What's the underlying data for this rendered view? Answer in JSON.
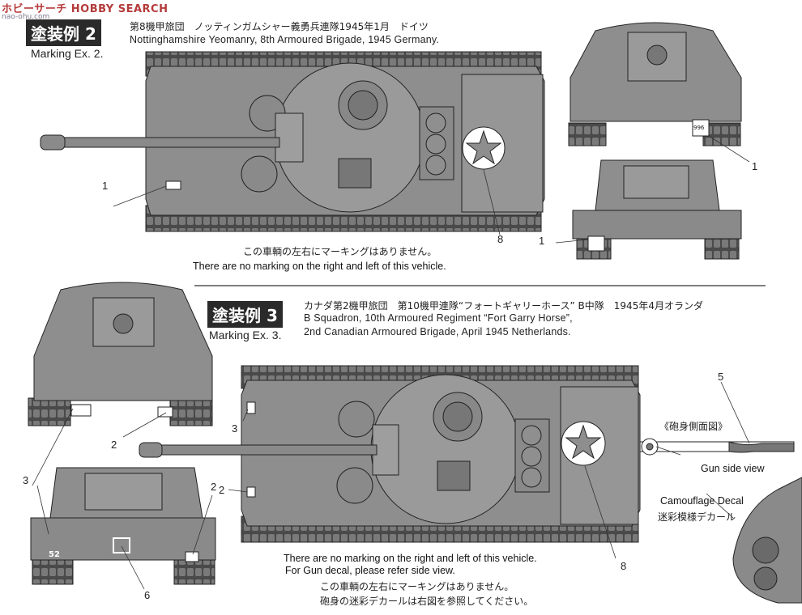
{
  "watermark": {
    "logo": "ホビーサーチ HOBBY SEARCH",
    "site": "nao-ohu.com"
  },
  "ex2": {
    "badge": "塗装例 2",
    "marking": "Marking Ex. 2.",
    "jp_title": "第8機甲旅団　ノッティンガムシャー義勇兵連隊1945年1月　ドイツ",
    "en_title": "Nottinghamshire Yeomanry, 8th Armoured Brigade, 1945 Germany.",
    "note_jp": "この車輌の左右にマーキングはありません。",
    "note_en": "There are no marking on the right and left of this vehicle.",
    "callouts": {
      "left": "1",
      "front_right": "1",
      "rear_right": "1",
      "star": "8"
    },
    "plate_number": "996"
  },
  "ex3": {
    "badge": "塗装例 3",
    "marking": "Marking Ex. 3.",
    "jp_title": "カナダ第2機甲旅団　第10機甲連隊“フォートギャリーホース” B中隊　1945年4月オランダ",
    "en_line1": "B Squadron, 10th Armoured Regiment “Fort Garry Horse”,",
    "en_line2": "2nd Canadian Armoured Brigade,  April 1945 Netherlands.",
    "note_en1": "There are no marking on the right and left of this vehicle.",
    "note_en2": "For Gun decal, please refer side view.",
    "note_jp1": "この車輌の左右にマーキングはありません。",
    "note_jp2": "砲身の迷彩デカールは右図を参照してください。",
    "gun_jp": "《砲身側面図》",
    "gun_en": "Gun side view",
    "camo_en": "Camouflage Decal",
    "camo_jp": "迷彩模様デカール",
    "callouts": {
      "c2a": "2",
      "c3a": "3",
      "c3b": "3",
      "c2b": "2",
      "c2c": "2",
      "c6": "6",
      "c5": "5",
      "c8": "8"
    },
    "vehicle_number": "52"
  },
  "colors": {
    "tank": "#8e8e8e",
    "tank_dark": "#5e5e5e",
    "line": "#222222",
    "star": "#ffffff"
  }
}
